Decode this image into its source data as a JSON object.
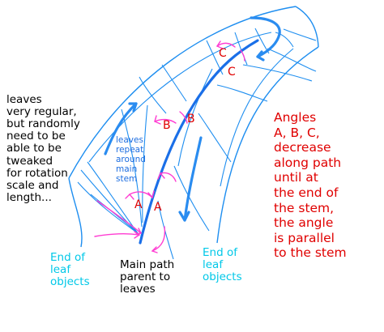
{
  "notes": {
    "left": "leaves\nvery regular,\nbut randomly\nneed to be\nable to be\ntweaked\nfor rotation\nscale and\nlength...",
    "leaves_repeat": "leaves\nrepeat\naround\nmain\nstem",
    "angles": "Angles\nA, B, C,\ndecrease\nalong path\nuntil at\nthe end of\nthe stem,\nthe angle\nis parallel\nto the stem",
    "end_leaf_left": "End of\nleaf\nobjects",
    "end_leaf_right": "End of\nleaf\nobjects",
    "main_path": "Main path\nparent to\nleaves"
  },
  "angle_labels": {
    "a_left": "A",
    "a_right": "A",
    "b_left": "B",
    "b_right": "B",
    "c_top": "C",
    "c_bottom": "C"
  },
  "colors": {
    "leaf_outline": "#1e8ef0",
    "main_stem": "#1a6fe8",
    "angle_marks": "#ff3cd2",
    "annotation_red": "#e00000",
    "annotation_cyan": "#00c8e8"
  }
}
